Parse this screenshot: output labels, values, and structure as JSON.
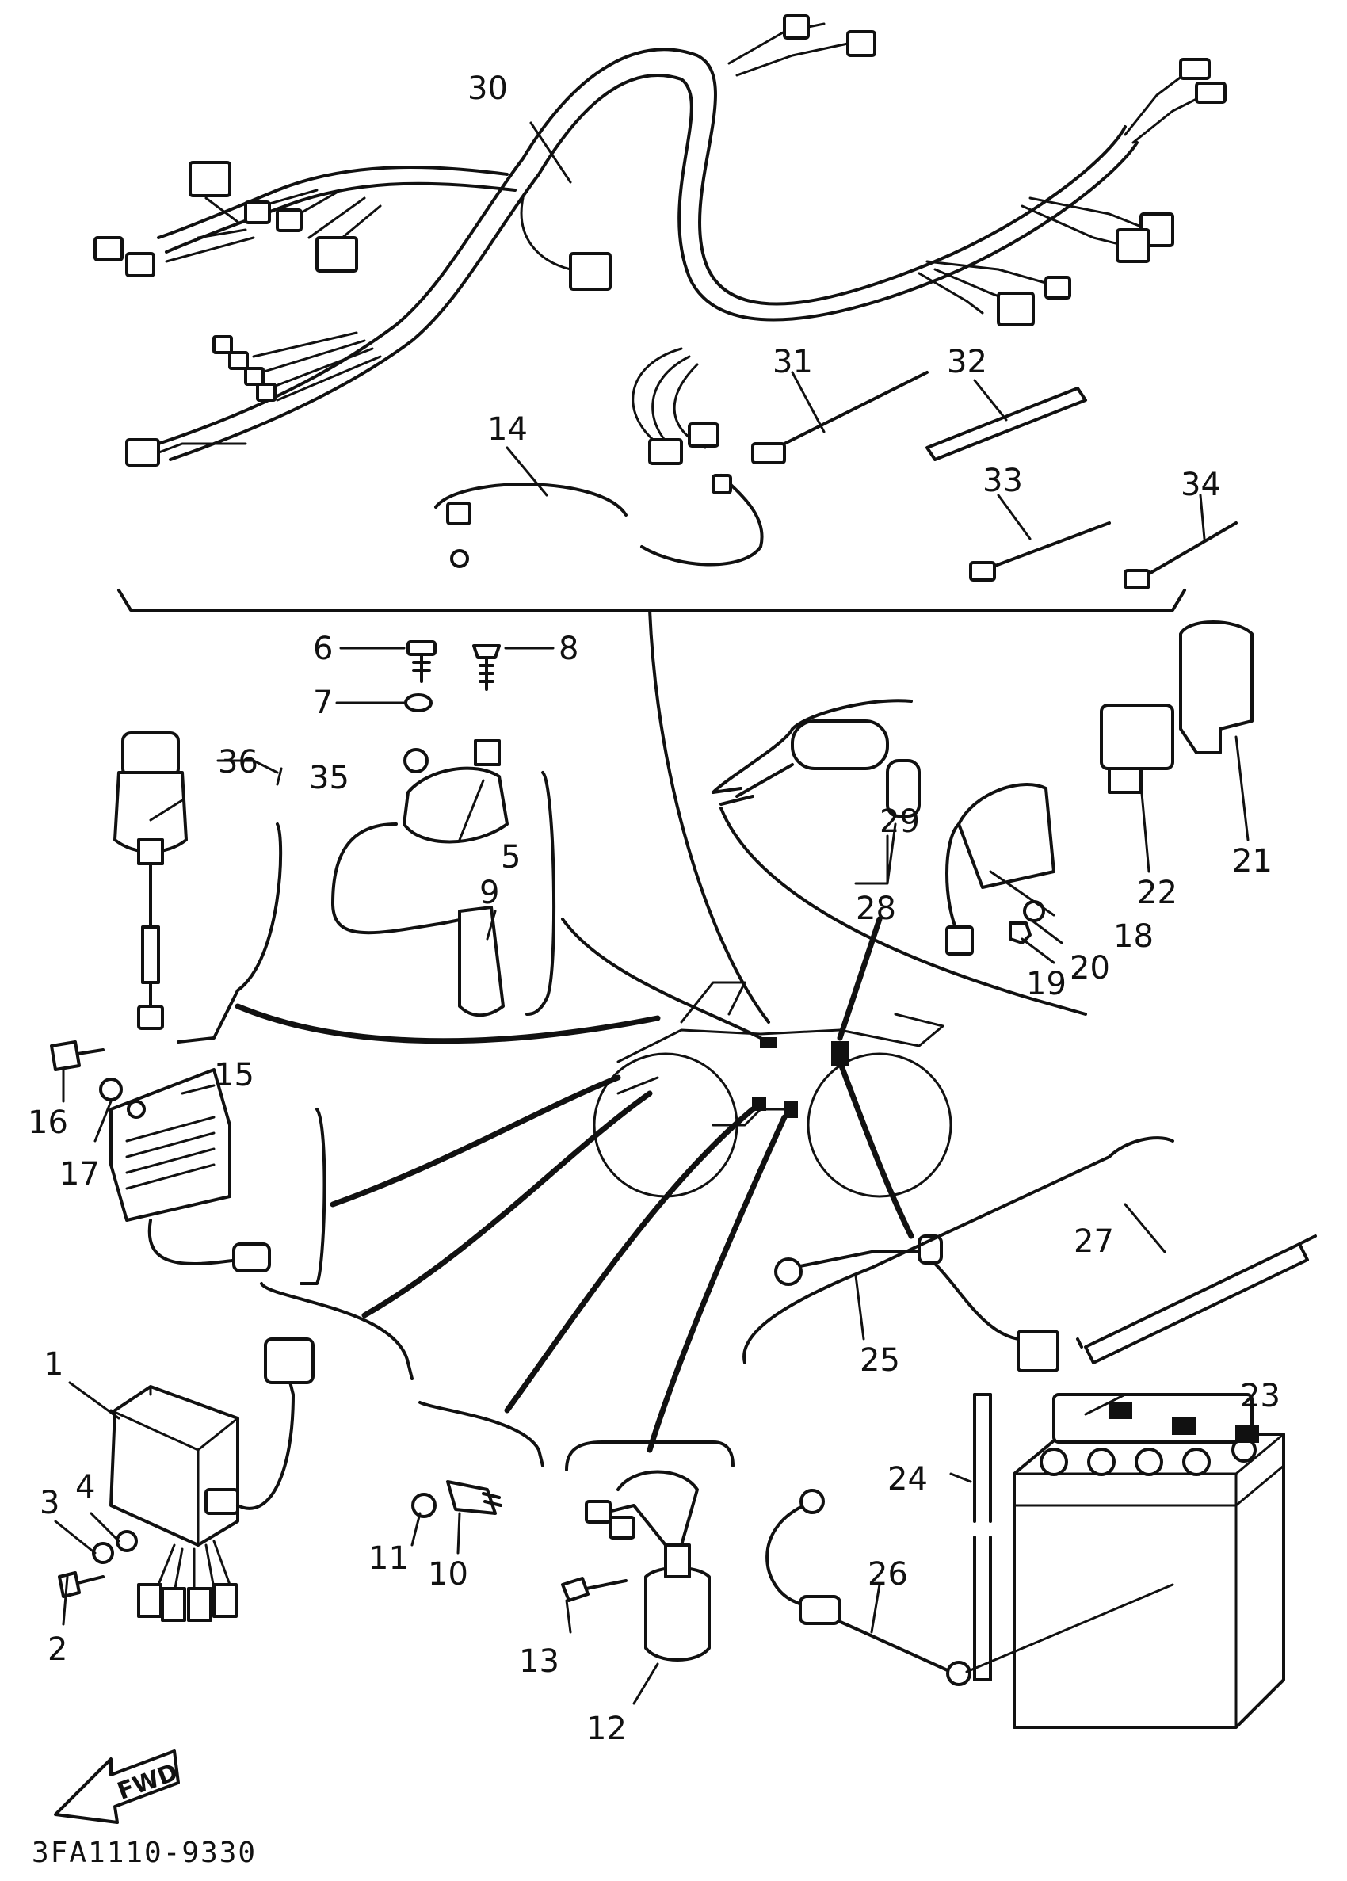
{
  "diagram": {
    "drawing_code": "3FA1110-9330",
    "direction_label": "FWD",
    "callouts": [
      "1",
      "2",
      "3",
      "4",
      "5",
      "6",
      "7",
      "8",
      "9",
      "10",
      "11",
      "12",
      "13",
      "14",
      "15",
      "16",
      "17",
      "18",
      "19",
      "20",
      "21",
      "22",
      "23",
      "24",
      "25",
      "26",
      "27",
      "28",
      "29",
      "30",
      "31",
      "32",
      "33",
      "34",
      "35",
      "36"
    ]
  }
}
